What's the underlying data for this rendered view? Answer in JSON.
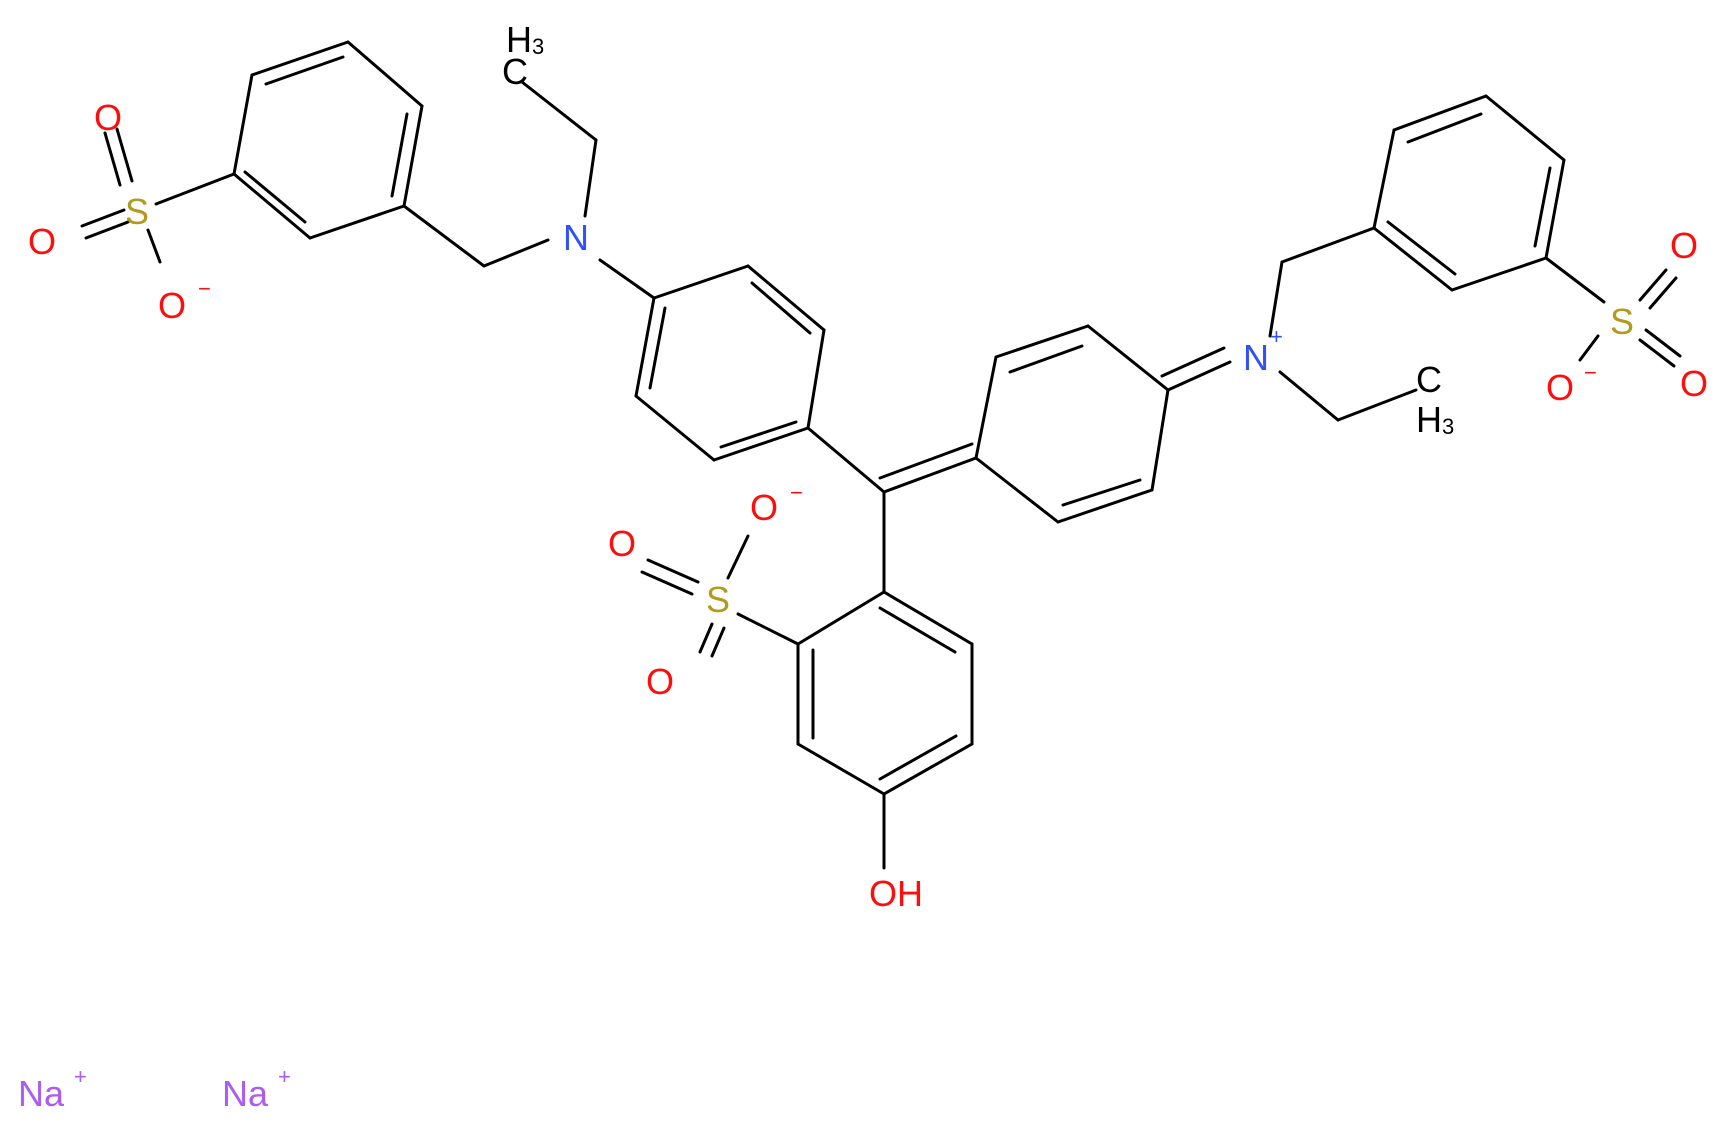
{
  "colors": {
    "bond": "#000000",
    "oxygen": "#ff0d0d",
    "sulfur": "#b29a1f",
    "nitrogen": "#3050f8",
    "sodium": "#ab5cf2",
    "carbon": "#000000"
  },
  "atoms": {
    "o_tl_1": "O",
    "o_tl_2": "O",
    "s_tl": "S",
    "o_tl_3": "O",
    "o_tl_3_charge": "−",
    "h3_top": "H",
    "h3_top_sub": "3",
    "c_top": "C",
    "n_left": "N",
    "s_mid": "S",
    "o_mid_1": "O",
    "o_mid_2": "O",
    "o_mid_3": "O",
    "o_mid_3_charge": "−",
    "oh": "OH",
    "n_right": "N",
    "n_right_charge": "+",
    "c_right": "C",
    "h3_right": "H",
    "h3_right_sub": "3",
    "s_right": "S",
    "o_r_1": "O",
    "o_r_2": "O",
    "o_r_3": "O",
    "o_r_3_charge": "−",
    "na_1": "Na",
    "na_1_charge": "+",
    "na_2": "Na",
    "na_2_charge": "+"
  }
}
